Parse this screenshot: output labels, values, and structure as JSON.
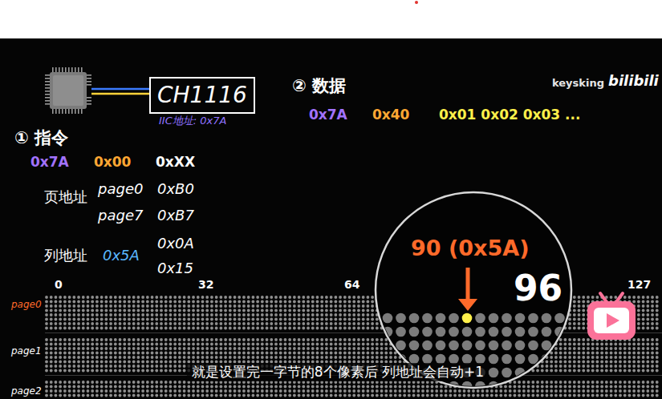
{
  "diagram": {
    "caption": "就是设置完一字节的8个像素后 列地址会自动+1",
    "nodes": [
      {
        "text": [
          "CH1116",
          "IIC地址: 0x7A"
        ]
      },
      {
        "text": [
          "90 (0x5A)",
          "96"
        ]
      }
    ],
    "labels": [
      "keysking",
      "bilibili",
      "② 数据",
      "0x7A",
      "0x40",
      "0x01 0x02 0x03 ...",
      "① 指令",
      "0x7A",
      "0x00",
      "0xXX",
      "页地址",
      "page0",
      "0xB0",
      "page7",
      "0xB7",
      "列地址",
      "0x5A",
      "0x0A",
      "0x15",
      "0",
      "32",
      "64",
      "127",
      "page0",
      "page1",
      "page2"
    ]
  }
}
